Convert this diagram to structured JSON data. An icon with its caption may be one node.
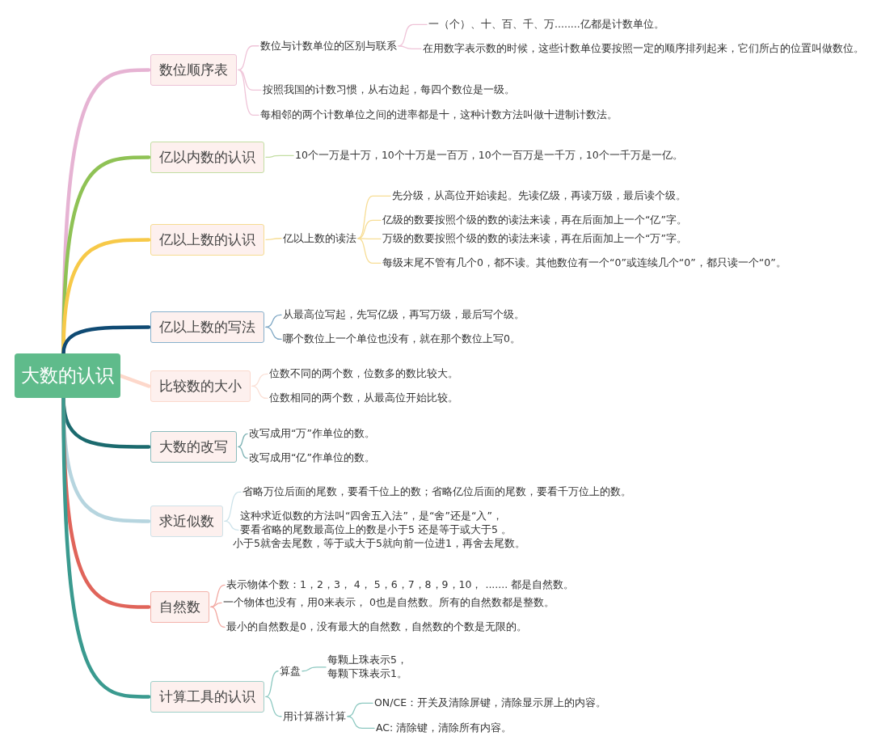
{
  "diagram": {
    "nodes": [
      {
        "text": [
          "大数的认识"
        ]
      },
      {
        "text": [
          "数位顺序表"
        ]
      },
      {
        "text": [
          "数位与计数单位的区别与联系"
        ]
      },
      {
        "text": [
          "一（个）、十、百、千、万........亿都是计数单位。"
        ]
      },
      {
        "text": [
          "在用数字表示数的时候，这些计数单位要按照一定的顺序排列起来，它们所占的位置叫做数位。"
        ]
      },
      {
        "text": [
          "按照我国的计数习惯，从右边起，每四个数位是一级。"
        ]
      },
      {
        "text": [
          "每相邻的两个计数单位之间的进率都是十，这种计数方法叫做十进制计数法。"
        ]
      },
      {
        "text": [
          "亿以内数的认识"
        ]
      },
      {
        "text": [
          "10个一万是十万，10个十万是一百万，10个一百万是一千万，10个一千万是一亿。"
        ]
      },
      {
        "text": [
          "亿以上数的认识"
        ]
      },
      {
        "text": [
          "亿以上数的读法"
        ]
      },
      {
        "text": [
          "先分级，从高位开始读起。先读亿级，再读万级，最后读个级。"
        ]
      },
      {
        "text": [
          "亿级的数要按照个级的数的读法来读，再在后面加上一个“亿”字。"
        ]
      },
      {
        "text": [
          "万级的数要按照个级的数的读法来读，再在后面加上一个“万”字。"
        ]
      },
      {
        "text": [
          "每级末尾不管有几个0，都不读。其他数位有一个“0”或连续几个“0”，都只读一个“0”。"
        ]
      },
      {
        "text": [
          "亿以上数的写法"
        ]
      },
      {
        "text": [
          "从最高位写起，先写亿级，再写万级，最后写个级。"
        ]
      },
      {
        "text": [
          "哪个数位上一个单位也没有，就在那个数位上写0。"
        ]
      },
      {
        "text": [
          "比较数的大小"
        ]
      },
      {
        "text": [
          "位数不同的两个数，位数多的数比较大。"
        ]
      },
      {
        "text": [
          "位数相同的两个数，从最高位开始比较。"
        ]
      },
      {
        "text": [
          "大数的改写"
        ]
      },
      {
        "text": [
          "改写成用“万”作单位的数。"
        ]
      },
      {
        "text": [
          "改写成用“亿”作单位的数。"
        ]
      },
      {
        "text": [
          "求近似数"
        ]
      },
      {
        "text": [
          "省略万位后面的尾数，要看千位上的数；省略亿位后面的尾数，要看千万位上的数。"
        ]
      },
      {
        "text": [
          "这种求近似数的方法叫“四舍五入法”，是“舍”还是“入”，",
          "要看省略的尾数最高位上的数是小于5 还是等于或大于5 。",
          "小于5就舍去尾数，等于或大于5就向前一位进1，再舍去尾数。"
        ]
      },
      {
        "text": [
          "自然数"
        ]
      },
      {
        "text": [
          "表示物体个数：1，2，3， 4， 5，6，7，8，9，10， ....... 都是自然数。"
        ]
      },
      {
        "text": [
          "一个物体也没有，用0来表示， 0也是自然数。所有的自然数都是整数。"
        ]
      },
      {
        "text": [
          "最小的自然数是0，没有最大的自然数，自然数的个数是无限的。"
        ]
      },
      {
        "text": [
          "计算工具的认识"
        ]
      },
      {
        "text": [
          "算盘"
        ]
      },
      {
        "text": [
          "每颗上珠表示5，",
          "每颗下珠表示1。"
        ]
      },
      {
        "text": [
          "用计算器计算"
        ]
      },
      {
        "text": [
          "ON∕CE：开关及清除屏键，清除显示屏上的内容。"
        ]
      },
      {
        "text": [
          "AC: 清除键，清除所有内容。"
        ]
      }
    ],
    "edges": [
      {
        "from": 0,
        "to": 1,
        "arrow": "none",
        "style": "thick",
        "color": "#e6b3d3"
      },
      {
        "from": 0,
        "to": 7,
        "arrow": "none",
        "style": "thick",
        "color": "#8fc255"
      },
      {
        "from": 0,
        "to": 9,
        "arrow": "none",
        "style": "thick",
        "color": "#f7c948"
      },
      {
        "from": 0,
        "to": 15,
        "arrow": "none",
        "style": "thick",
        "color": "#0f4a73"
      },
      {
        "from": 0,
        "to": 18,
        "arrow": "none",
        "style": "thick",
        "color": "#fdd8cb"
      },
      {
        "from": 0,
        "to": 21,
        "arrow": "none",
        "style": "thick",
        "color": "#1b6a6e"
      },
      {
        "from": 0,
        "to": 24,
        "arrow": "none",
        "style": "thick",
        "color": "#b6d5df"
      },
      {
        "from": 0,
        "to": 27,
        "arrow": "none",
        "style": "thick",
        "color": "#e0645a"
      },
      {
        "from": 0,
        "to": 31,
        "arrow": "none",
        "style": "thick",
        "color": "#3a9a8f"
      },
      {
        "from": 1,
        "to": 2,
        "arrow": "none",
        "color": "#efc4d8"
      },
      {
        "from": 1,
        "to": 5,
        "arrow": "none",
        "color": "#efc4d8"
      },
      {
        "from": 1,
        "to": 6,
        "arrow": "none",
        "color": "#efc4d8"
      },
      {
        "from": 2,
        "to": 3,
        "arrow": "none",
        "color": "#efc4d8"
      },
      {
        "from": 2,
        "to": 4,
        "arrow": "none",
        "color": "#efc4d8"
      },
      {
        "from": 7,
        "to": 8,
        "arrow": "none",
        "color": "#c3dea3"
      },
      {
        "from": 9,
        "to": 10,
        "arrow": "none",
        "color": "#f7dd95"
      },
      {
        "from": 10,
        "to": 11,
        "arrow": "none",
        "color": "#f7dd95"
      },
      {
        "from": 10,
        "to": 12,
        "arrow": "none",
        "color": "#f7dd95"
      },
      {
        "from": 10,
        "to": 13,
        "arrow": "none",
        "color": "#f7dd95"
      },
      {
        "from": 10,
        "to": 14,
        "arrow": "none",
        "color": "#f7dd95"
      },
      {
        "from": 15,
        "to": 16,
        "arrow": "none",
        "color": "#7ea7c4"
      },
      {
        "from": 15,
        "to": 17,
        "arrow": "none",
        "color": "#7ea7c4"
      },
      {
        "from": 18,
        "to": 19,
        "arrow": "none",
        "color": "#fbe0d6"
      },
      {
        "from": 18,
        "to": 20,
        "arrow": "none",
        "color": "#fbe0d6"
      },
      {
        "from": 21,
        "to": 22,
        "arrow": "none",
        "color": "#7fb3b5"
      },
      {
        "from": 21,
        "to": 23,
        "arrow": "none",
        "color": "#7fb3b5"
      },
      {
        "from": 24,
        "to": 25,
        "arrow": "none",
        "color": "#cde3ea"
      },
      {
        "from": 24,
        "to": 26,
        "arrow": "none",
        "color": "#cde3ea"
      },
      {
        "from": 27,
        "to": 28,
        "arrow": "none",
        "color": "#f2a9a2"
      },
      {
        "from": 27,
        "to": 29,
        "arrow": "none",
        "color": "#f2a9a2"
      },
      {
        "from": 27,
        "to": 30,
        "arrow": "none",
        "color": "#f2a9a2"
      },
      {
        "from": 31,
        "to": 32,
        "arrow": "none",
        "color": "#8cc8c0"
      },
      {
        "from": 31,
        "to": 34,
        "arrow": "none",
        "color": "#8cc8c0"
      },
      {
        "from": 32,
        "to": 33,
        "arrow": "none",
        "color": "#8cc8c0"
      },
      {
        "from": 34,
        "to": 35,
        "arrow": "none",
        "color": "#8cc8c0"
      },
      {
        "from": 34,
        "to": 36,
        "arrow": "none",
        "color": "#8cc8c0"
      }
    ]
  }
}
